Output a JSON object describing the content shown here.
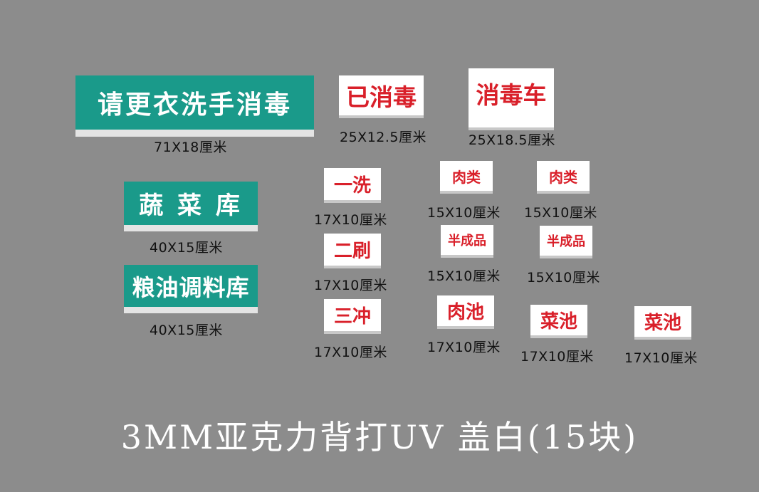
{
  "colors": {
    "background": "#8c8c8c",
    "teal": "#1a9a8a",
    "red_text": "#d9202a",
    "white": "#ffffff"
  },
  "teal_signs": [
    {
      "text": "请更衣洗手消毒",
      "size": "71X18厘米"
    },
    {
      "text": "蔬 菜 库",
      "size": "40X15厘米"
    },
    {
      "text": "粮油调料库",
      "size": "40X15厘米"
    }
  ],
  "white_signs": [
    {
      "text": "已消毒",
      "size": "25X12.5厘米"
    },
    {
      "text": "消毒车",
      "size": "25X18.5厘米"
    },
    {
      "text": "一洗",
      "size": "17X10厘米"
    },
    {
      "text": "肉类",
      "size": "15X10厘米"
    },
    {
      "text": "肉类",
      "size": "15X10厘米"
    },
    {
      "text": "二刷",
      "size": "17X10厘米"
    },
    {
      "text": "半成品",
      "size": "15X10厘米"
    },
    {
      "text": "半成品",
      "size": "15X10厘米"
    },
    {
      "text": "三冲",
      "size": "17X10厘米"
    },
    {
      "text": "肉池",
      "size": "17X10厘米"
    },
    {
      "text": "菜池",
      "size": "17X10厘米"
    },
    {
      "text": "菜池",
      "size": "17X10厘米"
    }
  ],
  "footer": "3MM亚克力背打UV 盖白(15块)"
}
